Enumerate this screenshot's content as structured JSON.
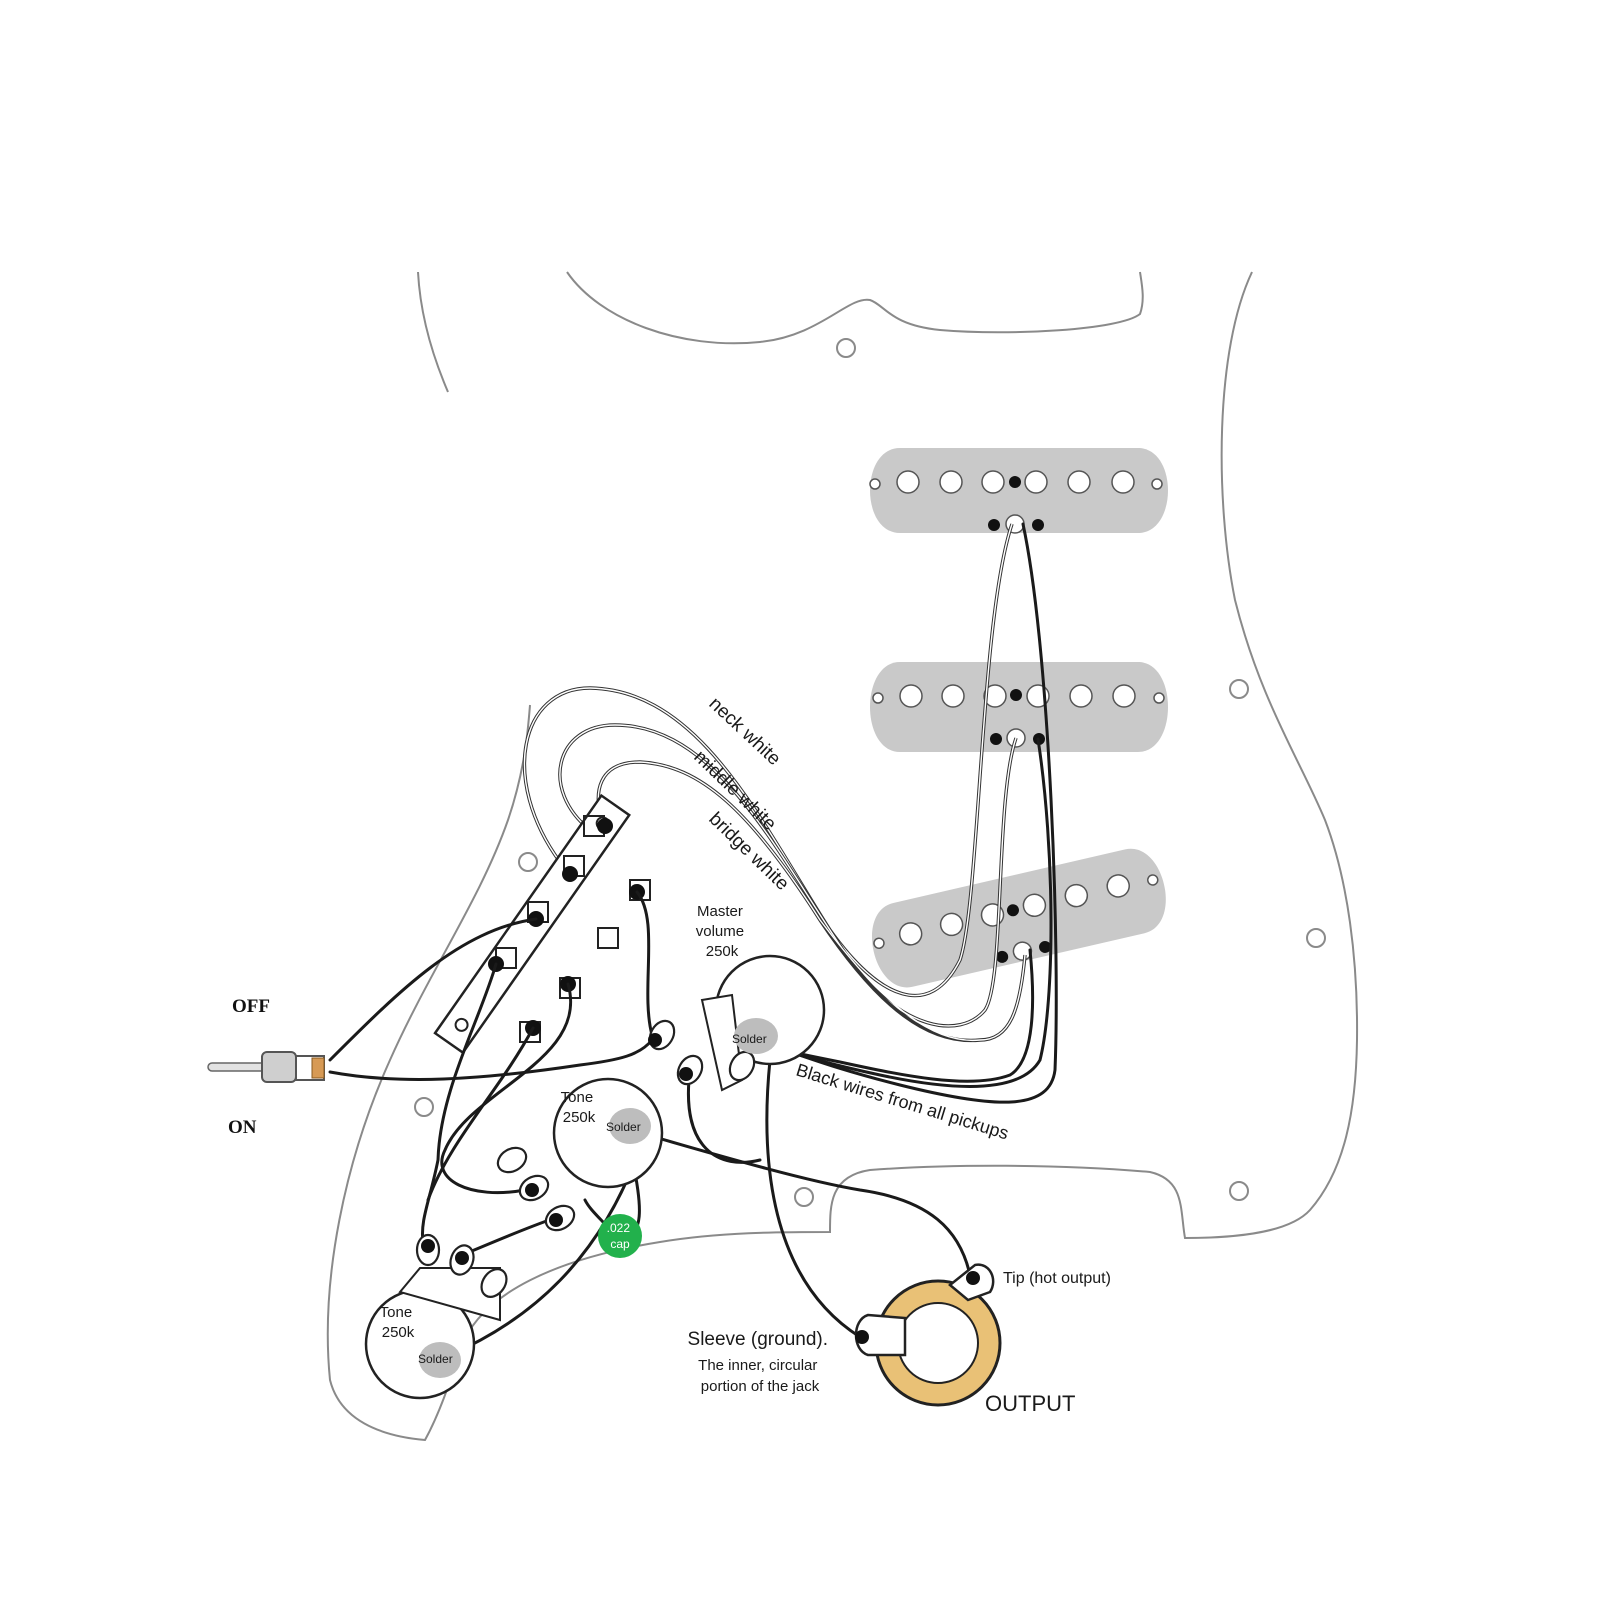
{
  "labels": {
    "neck_white": "neck white",
    "middle_white": "middle white",
    "bridge_white": "bridge white",
    "master_volume": [
      "Master",
      "volume",
      "250k"
    ],
    "volume_solder": "Solder",
    "tone1": [
      "Tone",
      "250k"
    ],
    "tone1_solder": "Solder",
    "tone2": [
      "Tone",
      "250k"
    ],
    "tone2_solder": "Solder",
    "cap": [
      ".022",
      "cap"
    ],
    "black_wires": "Black wires from all pickups",
    "tip": "Tip (hot output)",
    "sleeve": [
      "Sleeve (ground).",
      "The inner, circular",
      "portion of the jack"
    ],
    "output": "OUTPUT",
    "off": "OFF",
    "on": "ON"
  },
  "colors": {
    "pickup": "#c9c9c9",
    "cap": "#22b14c",
    "jack_ring": "#e9c176",
    "toggle_nut": "#d79a55",
    "guard_outline": "#8a8a8a"
  },
  "icons": {
    "pickups": "single-coil-pickup-icon",
    "switch": "five-way-switch-icon",
    "pots": "potentiometer-icon",
    "capacitor": "capacitor-icon",
    "jack": "output-jack-icon",
    "toggle": "toggle-switch-icon"
  }
}
